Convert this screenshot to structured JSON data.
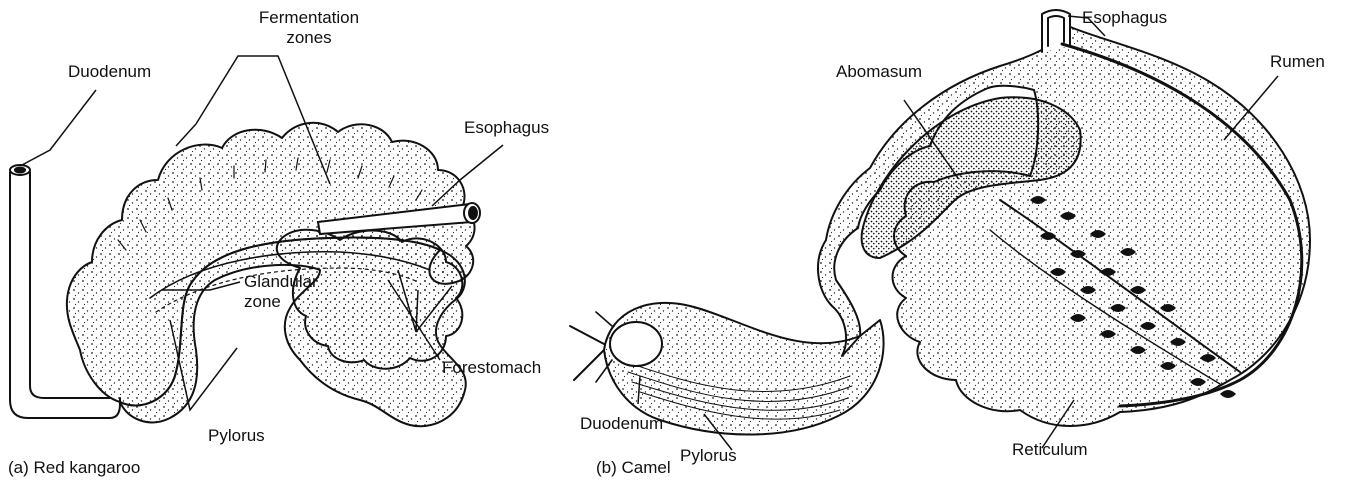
{
  "panel_a": {
    "caption": "(a) Red kangaroo",
    "labels": {
      "fermentation_line1": "Fermentation",
      "fermentation_line2": "zones",
      "duodenum": "Duodenum",
      "esophagus": "Esophagus",
      "glandular_line1": "Glandular",
      "glandular_line2": "zone",
      "forestomach": "Forestomach",
      "pylorus": "Pylorus"
    }
  },
  "panel_b": {
    "caption": "(b) Camel",
    "labels": {
      "esophagus": "Esophagus",
      "abomasum": "Abomasum",
      "rumen": "Rumen",
      "duodenum": "Duodenum",
      "pylorus": "Pylorus",
      "reticulum": "Reticulum"
    }
  },
  "colors": {
    "ink": "#111111",
    "background": "#ffffff"
  }
}
